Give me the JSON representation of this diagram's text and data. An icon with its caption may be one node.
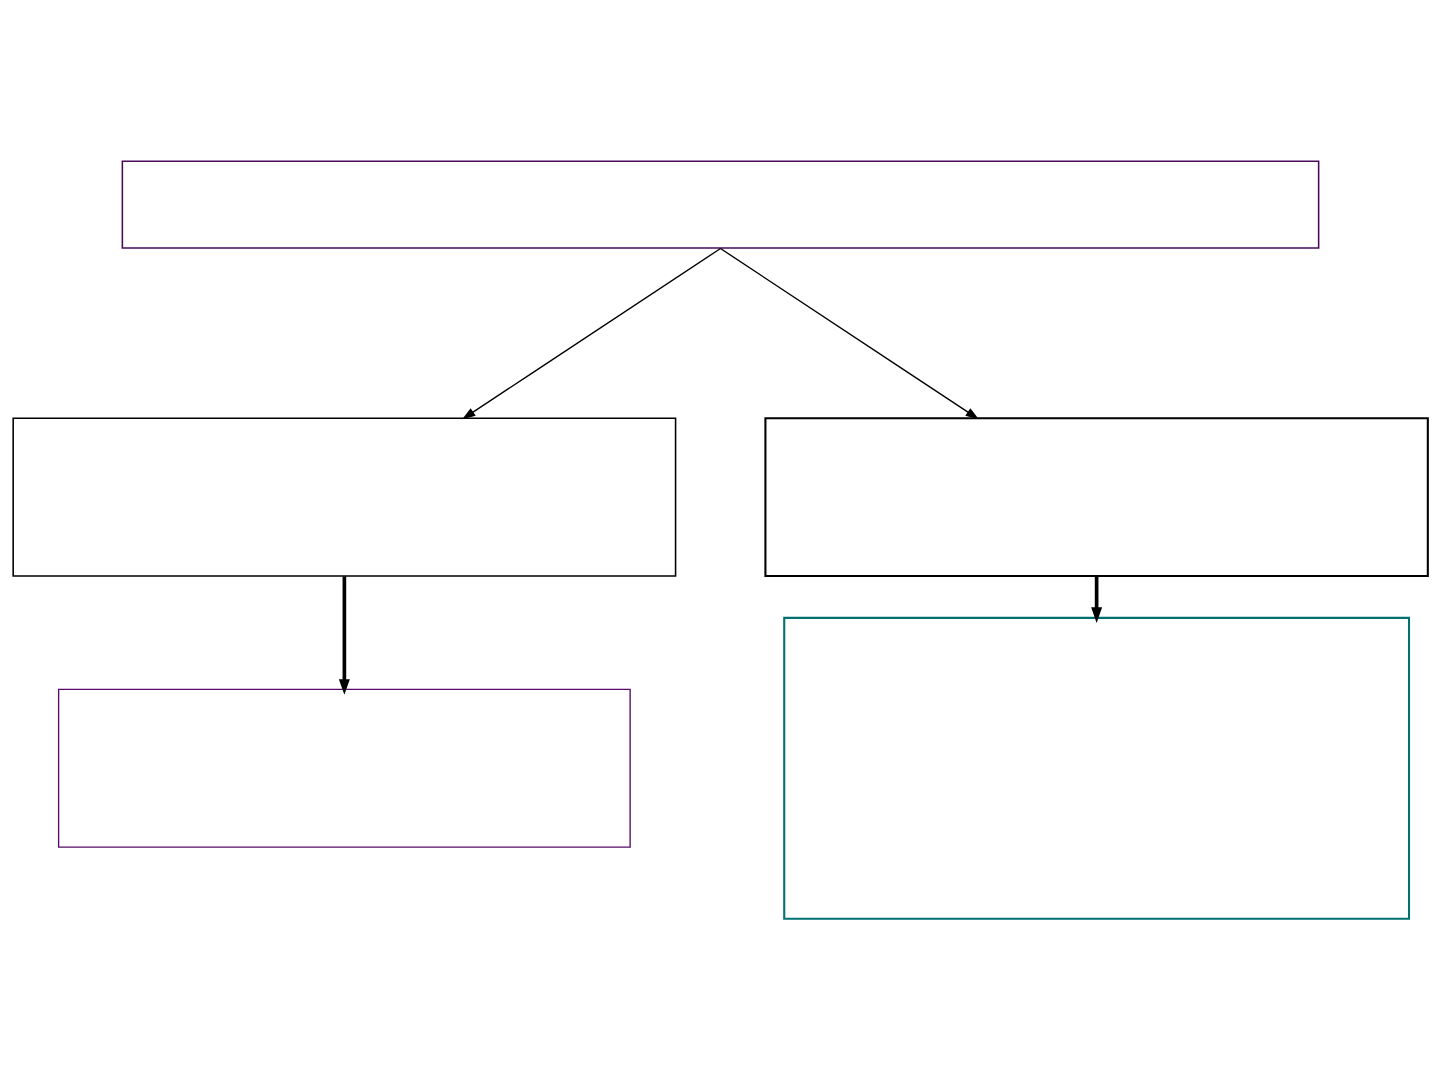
{
  "diagram": {
    "nodes": [
      {
        "text": [],
        "shape": "box"
      },
      {
        "text": [],
        "shape": "box"
      },
      {
        "text": [],
        "shape": "box"
      },
      {
        "text": [],
        "shape": "box"
      },
      {
        "text": [],
        "shape": "box"
      }
    ],
    "edges": [
      {
        "from": 0,
        "to": 1,
        "arrow": "to"
      },
      {
        "from": 0,
        "to": 2,
        "arrow": "to"
      },
      {
        "from": 1,
        "to": 3,
        "arrow": "to",
        "style": "thick"
      },
      {
        "from": 2,
        "to": 4,
        "arrow": "to",
        "style": "thick"
      }
    ]
  }
}
